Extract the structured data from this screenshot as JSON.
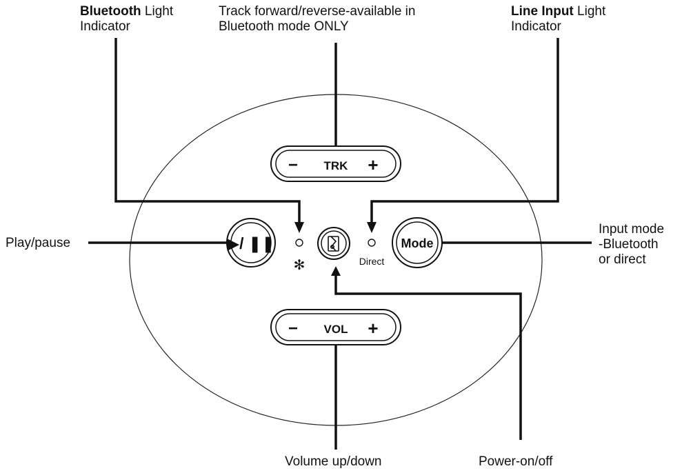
{
  "callouts": {
    "bluetooth_light": {
      "bold": "Bluetooth",
      "rest": " Light",
      "line2": "Indicator"
    },
    "track": {
      "line1": "Track forward/reverse-available in",
      "line2": "Bluetooth mode ONLY"
    },
    "line_input_light": {
      "bold": "Line Input",
      "rest": " Light",
      "line2": "Indicator"
    },
    "play_pause": "Play/pause",
    "input_mode": {
      "line1": "Input mode",
      "line2": "-Bluetooth",
      "line3": "or direct"
    },
    "volume": "Volume up/down",
    "power": "Power-on/off"
  },
  "panel": {
    "trk_button": {
      "minus": "−",
      "label": "TRK",
      "plus": "+"
    },
    "vol_button": {
      "minus": "−",
      "label": "VOL",
      "plus": "+"
    },
    "play_button": {
      "label": "▶/ ❚❚"
    },
    "mode_button": {
      "label": "Mode"
    },
    "direct_label": "Direct",
    "bluetooth_symbol": "✻"
  },
  "colors": {
    "ink": "#111111",
    "background": "#ffffff"
  }
}
